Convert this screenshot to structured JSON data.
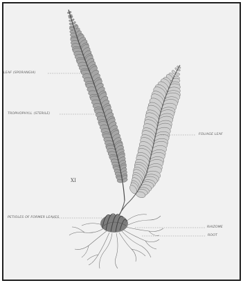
{
  "plate": {
    "number": "XI"
  },
  "labels": {
    "fertile_leaf": "LEAF (SPORANGIA)",
    "trophophyll": "TROPHOPHYLL (STERILE)",
    "foliage_leaf": "FOLIAGE LEAF",
    "petioles": "PETIOLES OF FORMER LEAVES",
    "rhizome": "RHIZOME",
    "root": "ROOT"
  },
  "colors": {
    "background": "#f1f1f1",
    "border": "#1e1e1e",
    "pencil": "#555555",
    "pinna_fill": "#a6a6a6",
    "sterile_fill": "#cfcfcf"
  }
}
